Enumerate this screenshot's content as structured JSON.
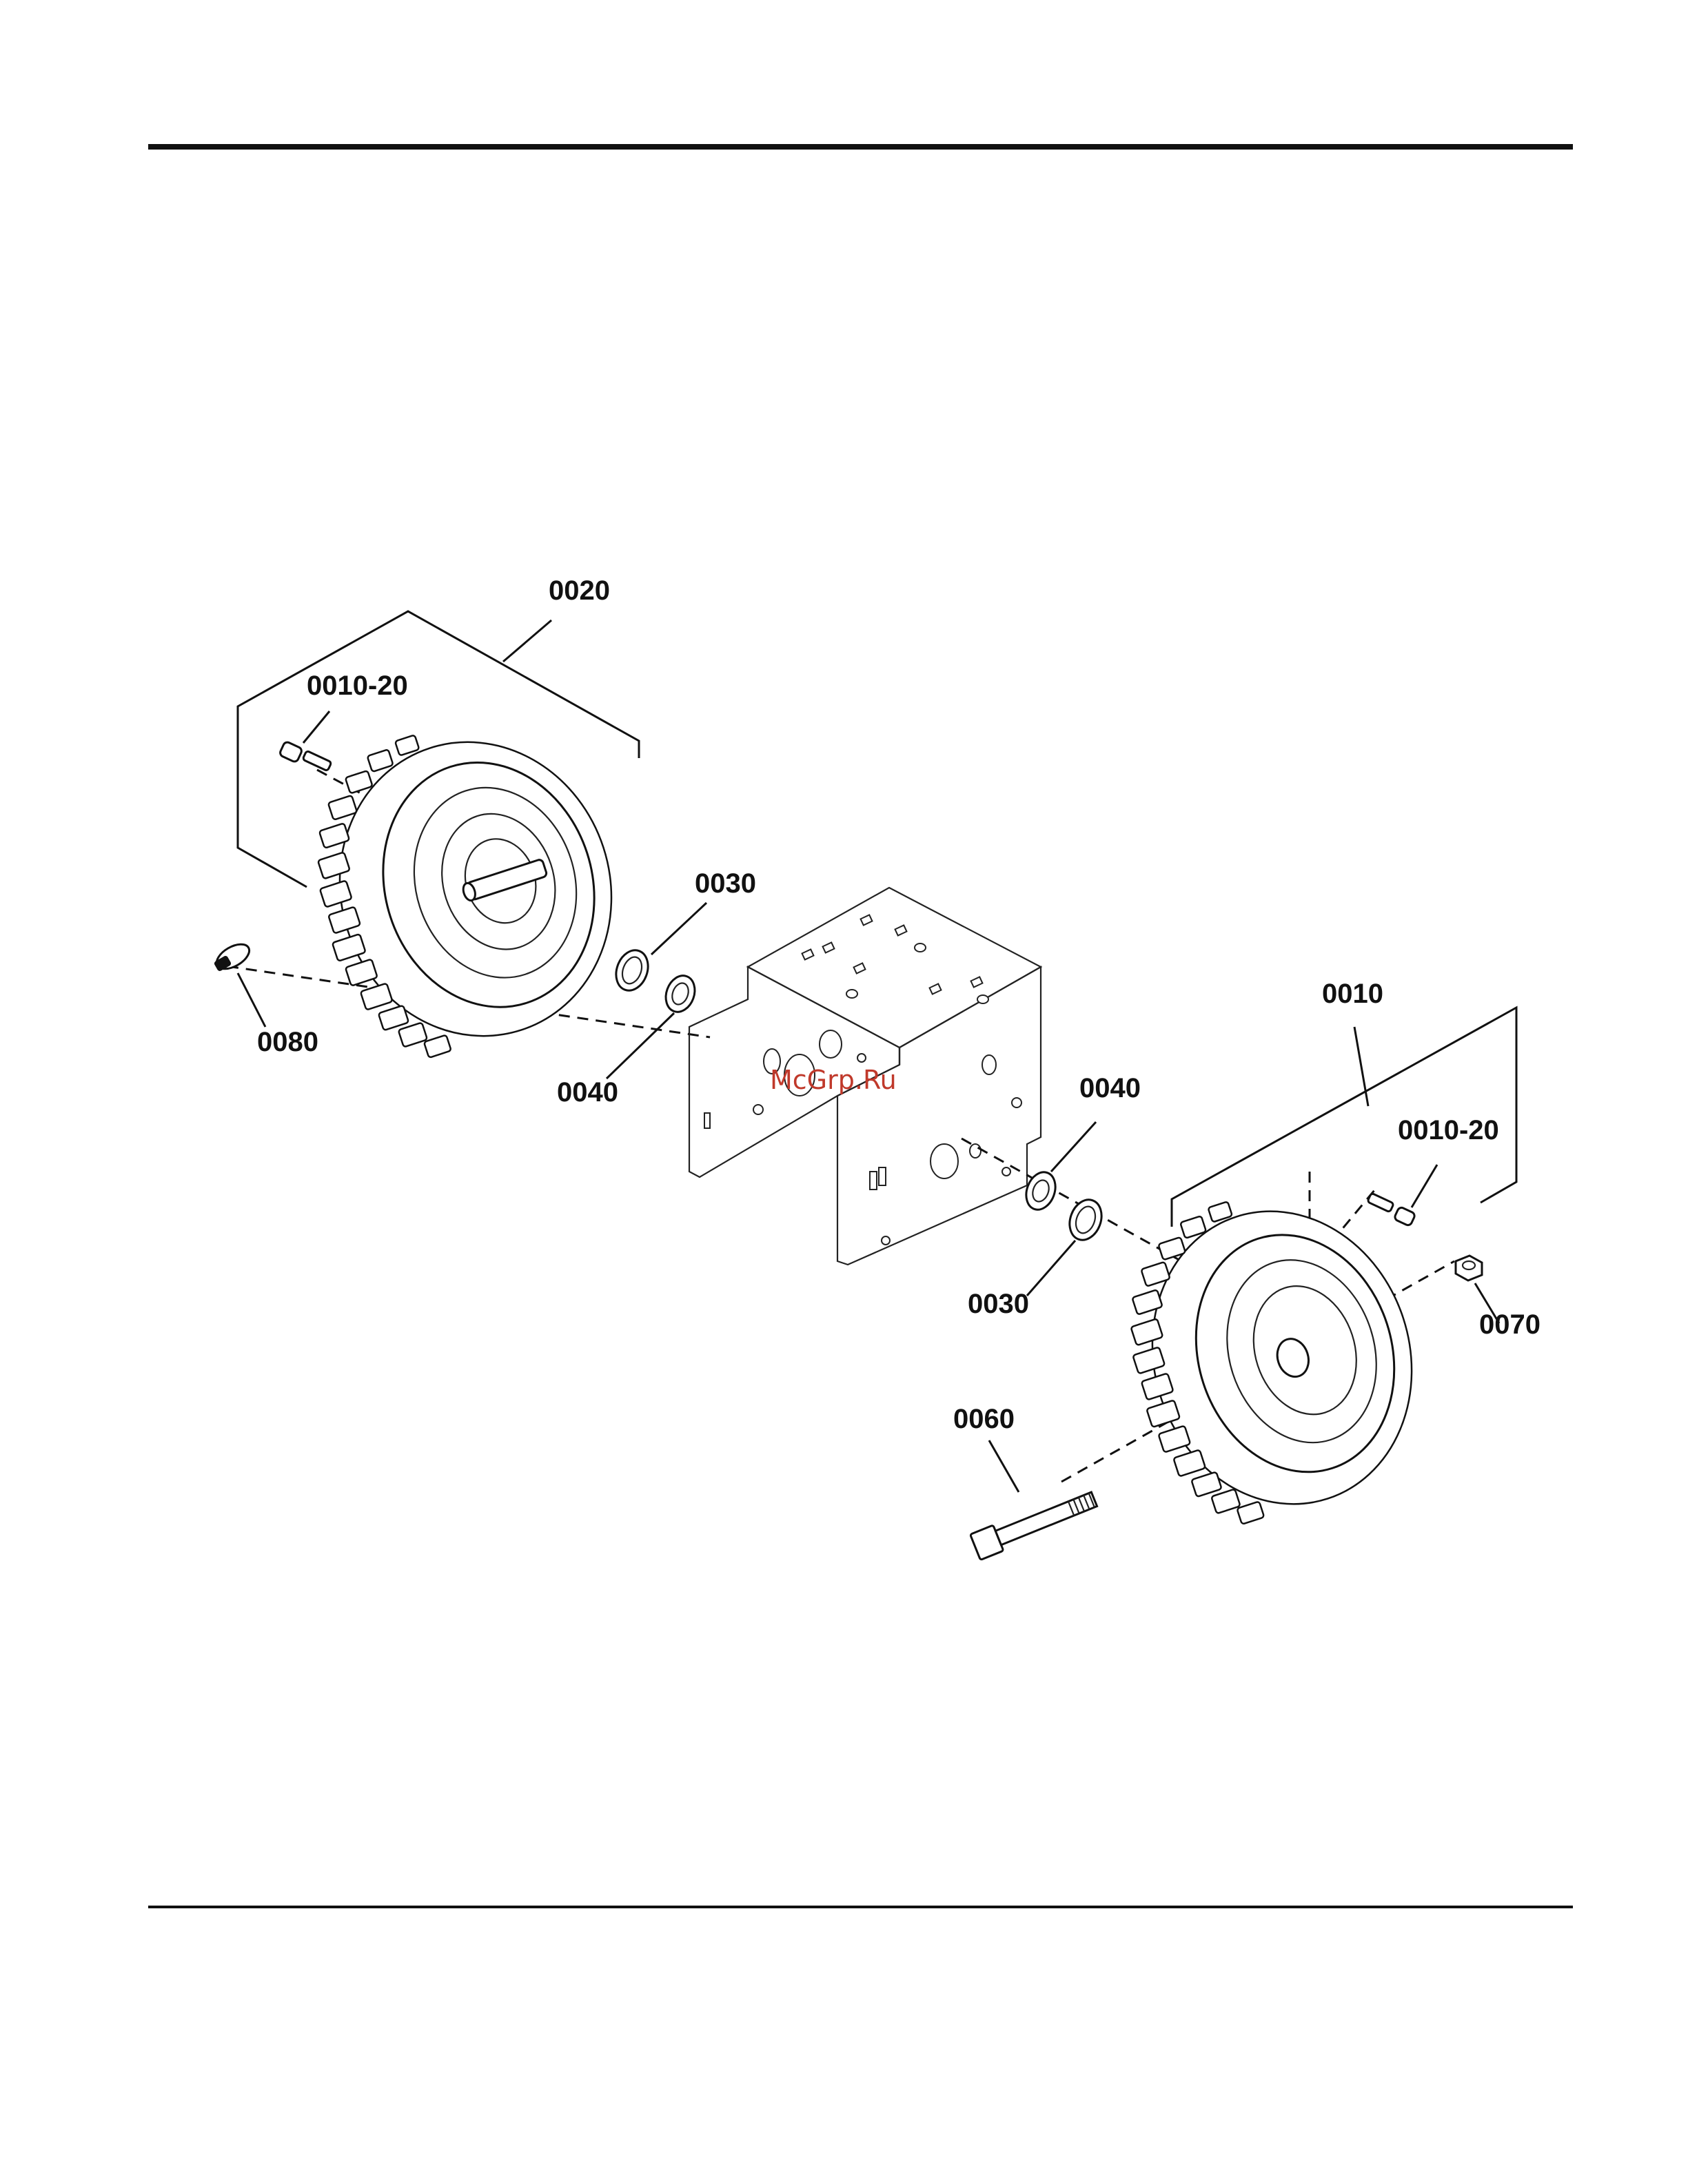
{
  "diagram": {
    "callouts": {
      "wheel_left_assembly": "0020",
      "valve_left": "0010-20",
      "ring_left": "0030",
      "washer_left": "0040",
      "pin_left": "0080",
      "wheel_right_assembly": "0010",
      "washer_right": "0040",
      "valve_right": "0010-20",
      "ring_right": "0030",
      "nut_right": "0070",
      "bolt_right": "0060"
    },
    "watermark": "McGrp.Ru"
  }
}
